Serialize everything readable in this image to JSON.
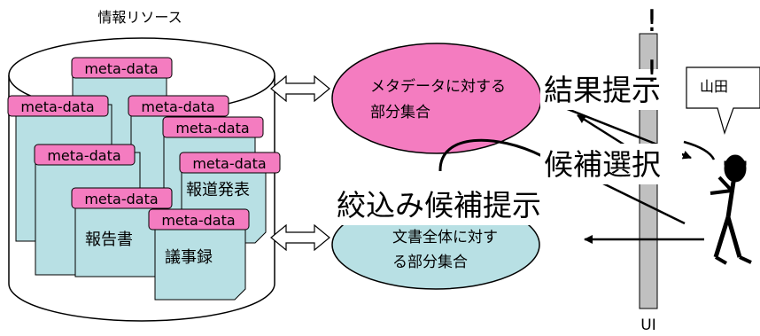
{
  "repository": {
    "label": "情報リソース"
  },
  "documents": {
    "meta_label": "meta-data",
    "houdou": "報道発表",
    "houkoku": "報告書",
    "gijiroku": "議事録"
  },
  "sets": {
    "meta_subset_line1": "メタデータに対する",
    "meta_subset_line2": "部分集合",
    "full_subset_line1": "文書全体に対す",
    "full_subset_line2": "る部分集合"
  },
  "captions": {
    "result_presentation": "結果提示",
    "candidate_selection": "候補選択",
    "narrowing_candidates": "絞込み候補提示"
  },
  "ui": {
    "label": "UI"
  },
  "user": {
    "speech": "山田",
    "exclamation": "!"
  },
  "colors": {
    "pink": "#f47cc0",
    "cyan": "#b8e0e4",
    "gray_bar": "#c0c0c0"
  }
}
